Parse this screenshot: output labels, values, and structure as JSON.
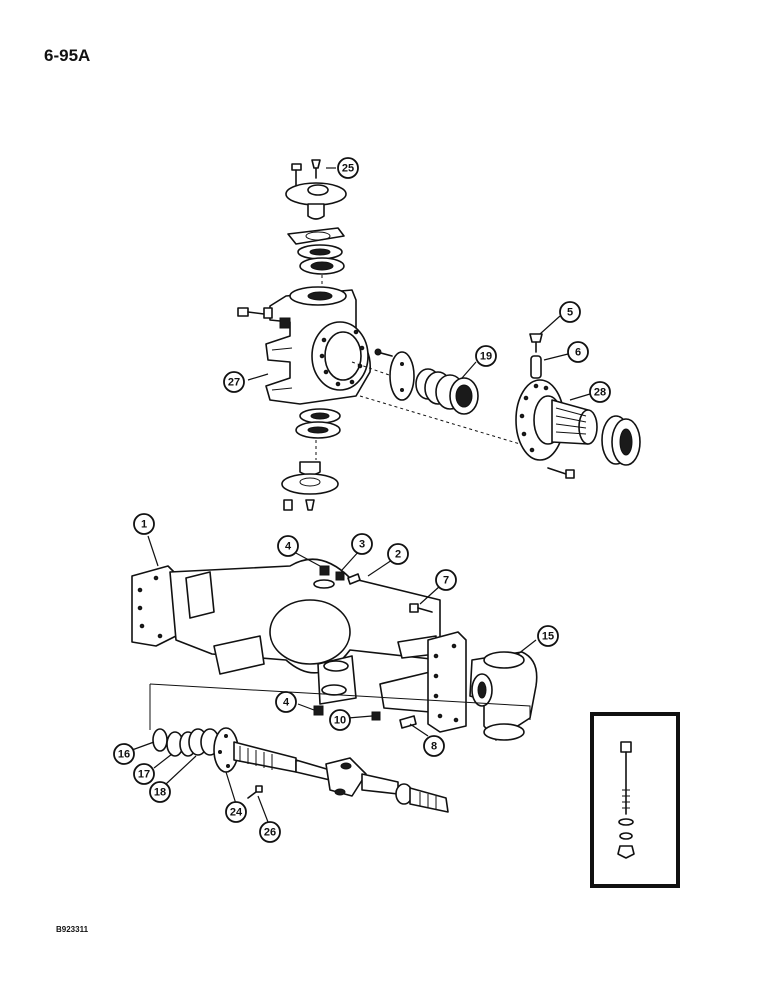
{
  "page": {
    "code": "6-95A"
  },
  "figure": {
    "code": "B923311"
  },
  "callouts": [
    "25",
    "5",
    "6",
    "19",
    "28",
    "27",
    "1",
    "4",
    "3",
    "2",
    "7",
    "15",
    "4",
    "10",
    "8",
    "16",
    "17",
    "18",
    "24",
    "26"
  ]
}
